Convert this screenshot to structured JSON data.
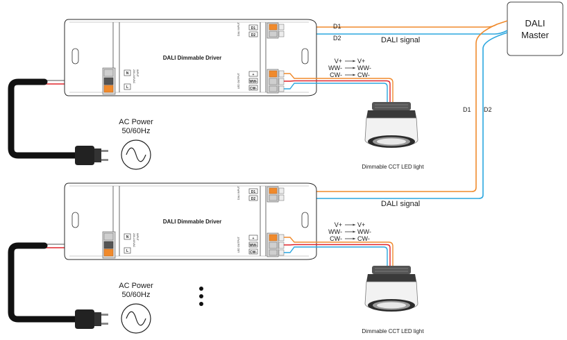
{
  "master": {
    "line1": "DALI",
    "line2": "Master"
  },
  "dali_signal_label": "DALI signal",
  "bus_labels": {
    "d1": "D1",
    "d2": "D2"
  },
  "driver": {
    "title": "DALI Dimmable Driver",
    "dali_input_label": "DALI INPUT",
    "led_output_label": "LED OUTPUT",
    "input_label": "INPUT",
    "input_rating": "200-240VAC",
    "terminal_d1": "D1",
    "terminal_d2": "D2",
    "terminal_n": "N",
    "terminal_l": "L",
    "terminal_vplus": "+",
    "terminal_ww": "WW-",
    "terminal_cw": "CW-"
  },
  "wiring_map": [
    {
      "from": "V+",
      "to": "V+"
    },
    {
      "from": "WW-",
      "to": "WW-"
    },
    {
      "from": "CW-",
      "to": "CW-"
    }
  ],
  "ac_power": {
    "line1": "AC Power",
    "line2": "50/60Hz"
  },
  "led_light_label": "Dimmable CCT LED light",
  "colors": {
    "d1_wire": "#f08a2c",
    "d2_wire": "#2aa6df",
    "live_wire": "#e0232a",
    "neutral_wire": "#8c8c8c",
    "cable": "#111111",
    "outline": "#2a2a2a"
  }
}
